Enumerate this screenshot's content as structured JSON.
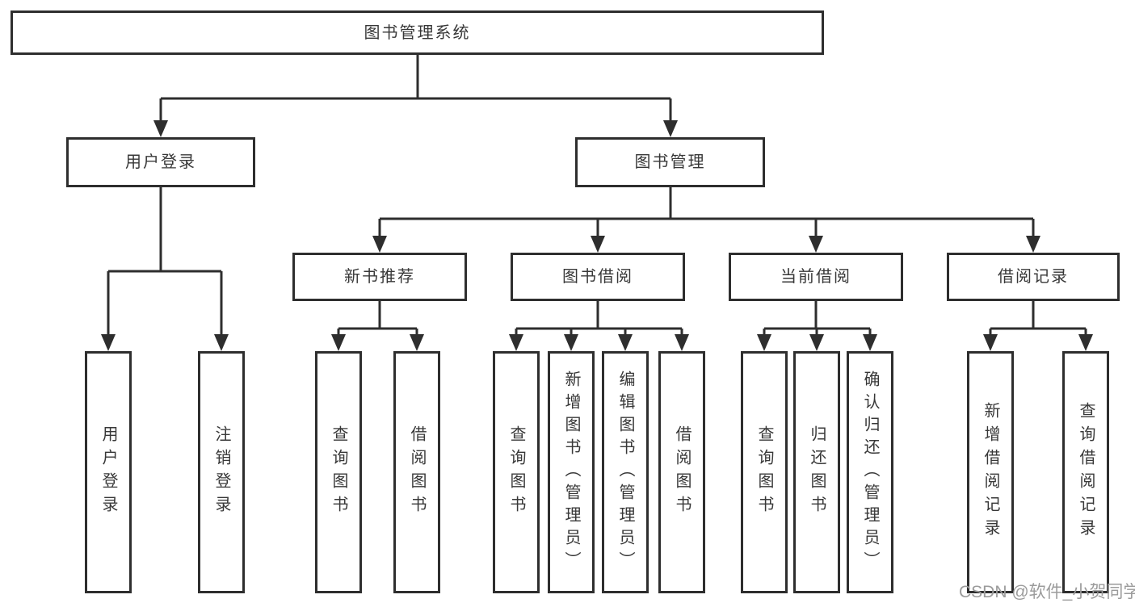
{
  "tree": {
    "root": {
      "label": "图书管理系统"
    },
    "branches": [
      {
        "label": "用户登录",
        "children": [
          {
            "label": "用户登录"
          },
          {
            "label": "注销登录"
          }
        ]
      },
      {
        "label": "图书管理",
        "children": [
          {
            "label": "新书推荐",
            "children": [
              {
                "label": "查询图书"
              },
              {
                "label": "借阅图书"
              }
            ]
          },
          {
            "label": "图书借阅",
            "children": [
              {
                "label": "查询图书"
              },
              {
                "label": "新增图书（管理员）"
              },
              {
                "label": "编辑图书（管理员）"
              },
              {
                "label": "借阅图书"
              }
            ]
          },
          {
            "label": "当前借阅",
            "children": [
              {
                "label": "查询图书"
              },
              {
                "label": "归还图书"
              },
              {
                "label": "确认归还（管理员）"
              }
            ]
          },
          {
            "label": "借阅记录",
            "children": [
              {
                "label": "新增借阅记录"
              },
              {
                "label": "查询借阅记录"
              }
            ]
          }
        ]
      }
    ]
  },
  "watermark": {
    "text": "CSDN @软件_小贺同学"
  },
  "colors": {
    "line": "#2e2e2e",
    "box_border": "#2e2e2e",
    "text": "#383838",
    "watermark": "#9b9b9b",
    "background": "#ffffff"
  }
}
